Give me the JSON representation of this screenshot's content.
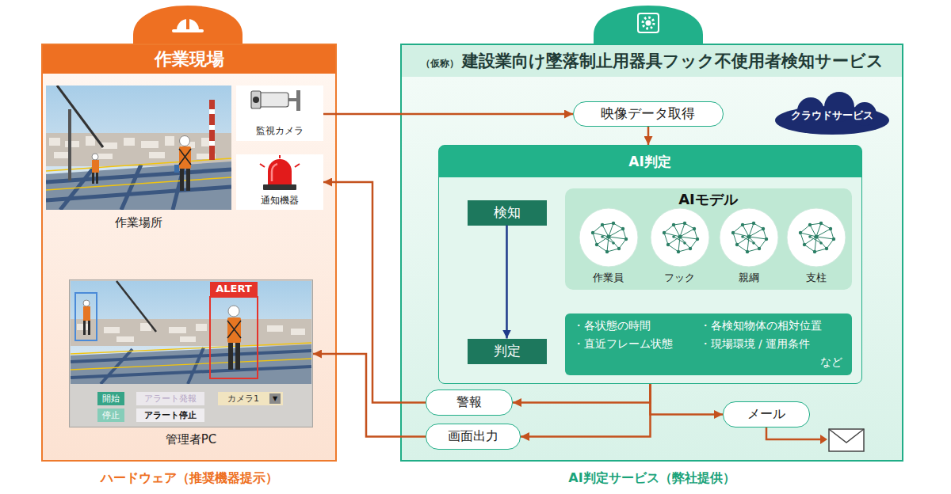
{
  "diagram": {
    "nodes": [
      {
        "text": [
          "作業現場",
          "ハードウェア（推奨機器提示）"
        ]
      },
      {
        "text": [
          "作業場所"
        ],
        "in": 0
      },
      {
        "text": [
          "監視カメラ"
        ],
        "in": 0
      },
      {
        "text": [
          "通知機器"
        ],
        "in": 0
      },
      {
        "text": [
          "管理者PC"
        ],
        "in": 0
      },
      {
        "text": [
          "ALERT"
        ],
        "in": 4
      },
      {
        "text": [
          "開始"
        ],
        "in": 4
      },
      {
        "text": [
          "アラート発報"
        ],
        "in": 4
      },
      {
        "text": [
          "カメラ1",
          "▼"
        ],
        "in": 4
      },
      {
        "text": [
          "停止"
        ],
        "in": 4
      },
      {
        "text": [
          "アラート停止"
        ],
        "in": 4
      },
      {
        "text": [
          "（仮称）",
          "建設業向け墜落制止用器具フック不使用者検知サービス",
          "AI判定サービス（弊社提供）"
        ]
      },
      {
        "text": [
          "クラウドサービス"
        ],
        "in": 11
      },
      {
        "text": [
          "映像データ取得"
        ],
        "in": 11
      },
      {
        "text": [
          "AI判定"
        ],
        "in": 11
      },
      {
        "text": [
          "検知"
        ],
        "in": 14
      },
      {
        "text": [
          "AIモデル"
        ],
        "in": 14
      },
      {
        "text": [
          "作業員"
        ],
        "in": 16
      },
      {
        "text": [
          "フック"
        ],
        "in": 16
      },
      {
        "text": [
          "親綱"
        ],
        "in": 16
      },
      {
        "text": [
          "支柱"
        ],
        "in": 16
      },
      {
        "text": [
          "判定"
        ],
        "in": 14
      },
      {
        "text": [
          "・各状態の時間",
          "・直近フレーム状態",
          "・各検知物体の相対位置",
          "・現場環境 / 運用条件",
          "など"
        ],
        "in": 14
      },
      {
        "text": [
          "警報"
        ],
        "in": 11
      },
      {
        "text": [
          "画面出力"
        ],
        "in": 11
      },
      {
        "text": [
          "メール"
        ],
        "in": 11
      }
    ],
    "edges": [
      {
        "from": 2,
        "to": 13,
        "arrow": "to"
      },
      {
        "from": 13,
        "to": 14,
        "arrow": "to"
      },
      {
        "from": 15,
        "to": 21,
        "arrow": "to"
      },
      {
        "from": 14,
        "to": 23,
        "arrow": "to"
      },
      {
        "from": 14,
        "to": 24,
        "arrow": "to"
      },
      {
        "from": 14,
        "to": 25,
        "arrow": "to"
      },
      {
        "from": 23,
        "to": 3,
        "arrow": "to"
      },
      {
        "from": 24,
        "to": 4,
        "arrow": "to"
      }
    ]
  }
}
